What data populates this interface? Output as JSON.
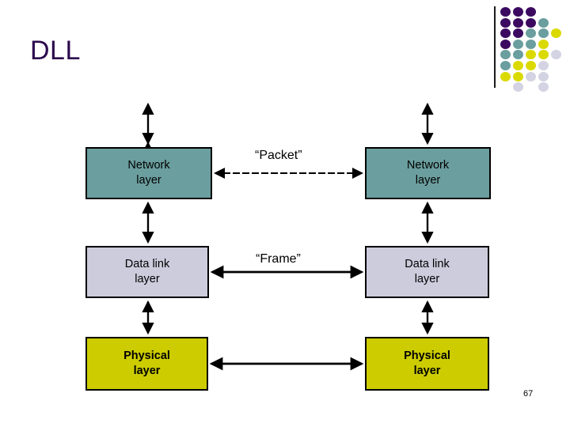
{
  "slide": {
    "title": "DLL",
    "page_number": "67",
    "title_color": "#2d0a4e",
    "background": "#ffffff"
  },
  "logo": {
    "name": "dot-grid-logo",
    "colors": {
      "purple": "#3b0a60",
      "teal": "#6b9e9e",
      "yellow": "#dada00",
      "lavender": "#d3d3e3"
    },
    "divider_color": "#1a1a1a",
    "dots": [
      {
        "col": 0,
        "row": 0,
        "color": "#3b0a60"
      },
      {
        "col": 1,
        "row": 0,
        "color": "#3b0a60"
      },
      {
        "col": 2,
        "row": 0,
        "color": "#3b0a60"
      },
      {
        "col": 0,
        "row": 1,
        "color": "#3b0a60"
      },
      {
        "col": 1,
        "row": 1,
        "color": "#3b0a60"
      },
      {
        "col": 2,
        "row": 1,
        "color": "#3b0a60"
      },
      {
        "col": 3,
        "row": 1,
        "color": "#6b9e9e"
      },
      {
        "col": 0,
        "row": 2,
        "color": "#3b0a60"
      },
      {
        "col": 1,
        "row": 2,
        "color": "#3b0a60"
      },
      {
        "col": 2,
        "row": 2,
        "color": "#6b9e9e"
      },
      {
        "col": 3,
        "row": 2,
        "color": "#6b9e9e"
      },
      {
        "col": 4,
        "row": 2,
        "color": "#dada00"
      },
      {
        "col": 0,
        "row": 3,
        "color": "#3b0a60"
      },
      {
        "col": 1,
        "row": 3,
        "color": "#6b9e9e"
      },
      {
        "col": 2,
        "row": 3,
        "color": "#6b9e9e"
      },
      {
        "col": 3,
        "row": 3,
        "color": "#dada00"
      },
      {
        "col": 0,
        "row": 4,
        "color": "#6b9e9e"
      },
      {
        "col": 1,
        "row": 4,
        "color": "#6b9e9e"
      },
      {
        "col": 2,
        "row": 4,
        "color": "#dada00"
      },
      {
        "col": 3,
        "row": 4,
        "color": "#dada00"
      },
      {
        "col": 4,
        "row": 4,
        "color": "#d3d3e3"
      },
      {
        "col": 0,
        "row": 5,
        "color": "#6b9e9e"
      },
      {
        "col": 1,
        "row": 5,
        "color": "#dada00"
      },
      {
        "col": 2,
        "row": 5,
        "color": "#dada00"
      },
      {
        "col": 3,
        "row": 5,
        "color": "#d3d3e3"
      },
      {
        "col": 0,
        "row": 6,
        "color": "#dada00"
      },
      {
        "col": 1,
        "row": 6,
        "color": "#dada00"
      },
      {
        "col": 2,
        "row": 6,
        "color": "#d3d3e3"
      },
      {
        "col": 3,
        "row": 6,
        "color": "#d3d3e3"
      },
      {
        "col": 1,
        "row": 7,
        "color": "#d3d3e3"
      },
      {
        "col": 3,
        "row": 7,
        "color": "#d3d3e3"
      }
    ]
  },
  "diagram": {
    "type": "layered-protocol-stack",
    "columns": [
      {
        "id": "left-host",
        "boxes": [
          {
            "id": "network-left",
            "label": "Network\nlayer",
            "line1": "Network",
            "line2": "layer",
            "color": "#6b9e9e"
          },
          {
            "id": "datalink-left",
            "label": "Data link\nlayer",
            "line1": "Data link",
            "line2": "layer",
            "color": "#ccccdd"
          },
          {
            "id": "physical-left",
            "label": "Physical\nlayer",
            "line1": "Physical",
            "line2": "layer",
            "color": "#cccc00"
          }
        ]
      },
      {
        "id": "right-host",
        "boxes": [
          {
            "id": "network-right",
            "label": "Network\nlayer",
            "line1": "Network",
            "line2": "layer",
            "color": "#6b9e9e"
          },
          {
            "id": "datalink-right",
            "label": "Data link\nlayer",
            "line1": "Data link",
            "line2": "layer",
            "color": "#ccccdd"
          },
          {
            "id": "physical-right",
            "label": "Physical\nlayer",
            "line1": "Physical",
            "line2": "layer",
            "color": "#cccc00"
          }
        ]
      }
    ],
    "connectors": [
      {
        "id": "packet-link",
        "caption": "“Packet”",
        "style": "dashed",
        "arrows": "both"
      },
      {
        "id": "frame-link",
        "caption": "“Frame”",
        "style": "solid",
        "arrows": "both"
      },
      {
        "id": "physical-link",
        "caption": "",
        "style": "solid",
        "arrows": "both"
      }
    ],
    "vertical_links": [
      {
        "id": "above-network-left",
        "arrows": "both"
      },
      {
        "id": "network-datalink-left",
        "arrows": "both"
      },
      {
        "id": "datalink-physical-left",
        "arrows": "both"
      },
      {
        "id": "above-network-right",
        "arrows": "both"
      },
      {
        "id": "network-datalink-right",
        "arrows": "both"
      },
      {
        "id": "datalink-physical-right",
        "arrows": "both"
      }
    ]
  }
}
